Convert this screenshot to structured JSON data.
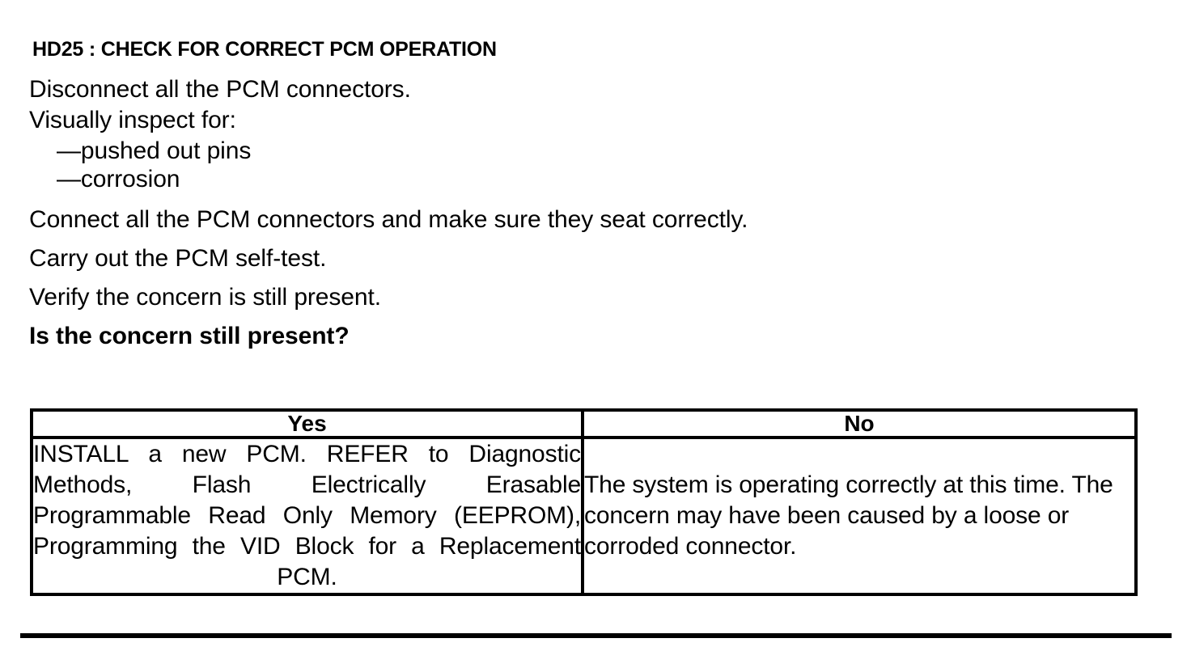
{
  "document": {
    "title": "HD25 : CHECK FOR CORRECT PCM OPERATION",
    "steps": [
      "Disconnect all the PCM connectors.",
      "Visually inspect for:",
      "—pushed out pins",
      "—corrosion",
      "Connect all the PCM connectors and make sure they seat correctly.",
      "Carry out the PCM self-test.",
      "Verify the concern is still present."
    ],
    "question": "Is the concern still present?"
  },
  "decision_table": {
    "headers": {
      "yes": "Yes",
      "no": "No"
    },
    "cells": {
      "yes": "INSTALL a new PCM. REFER to Diagnostic Methods, Flash Electrically Erasable Programmable Read Only Memory (EEPROM), Programming the VID Block for a Replacement PCM.",
      "no": "The system is operating correctly at this time. The concern may have been caused by a loose or corroded connector."
    }
  },
  "colors": {
    "text": "#000000",
    "background": "#ffffff",
    "border": "#000000"
  }
}
